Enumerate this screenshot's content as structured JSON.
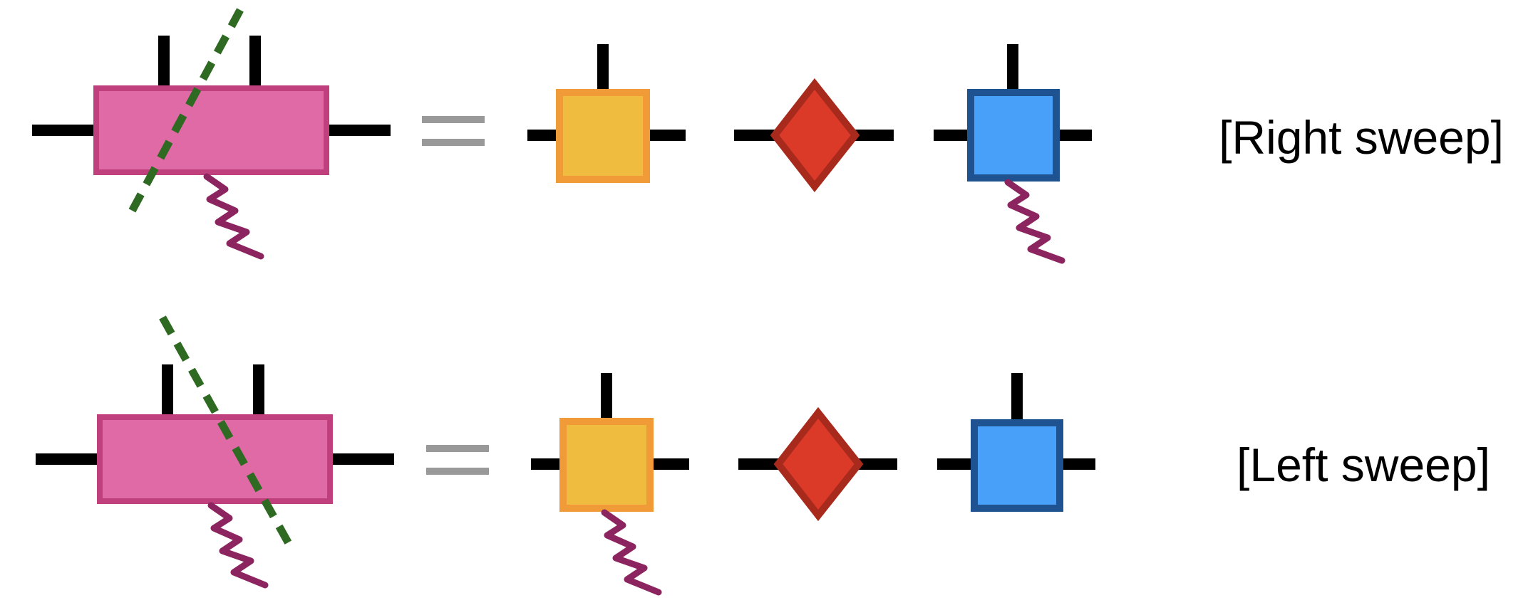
{
  "rows": [
    {
      "id": "right",
      "label": "[Right sweep]"
    },
    {
      "id": "left",
      "label": "[Left sweep]"
    }
  ],
  "colors": {
    "leg": "#000000",
    "equals": "#999999",
    "pink_fill": "#E06AA6",
    "pink_stroke": "#C0407E",
    "orange_fill": "#F0BC40",
    "orange_stroke": "#F09A38",
    "diamond_fill": "#DC3A28",
    "diamond_stroke": "#A82A1C",
    "blue_fill": "#49A0F8",
    "blue_stroke": "#1E5290",
    "wavy": "#8C2460",
    "dashed": "#2F6A22"
  }
}
